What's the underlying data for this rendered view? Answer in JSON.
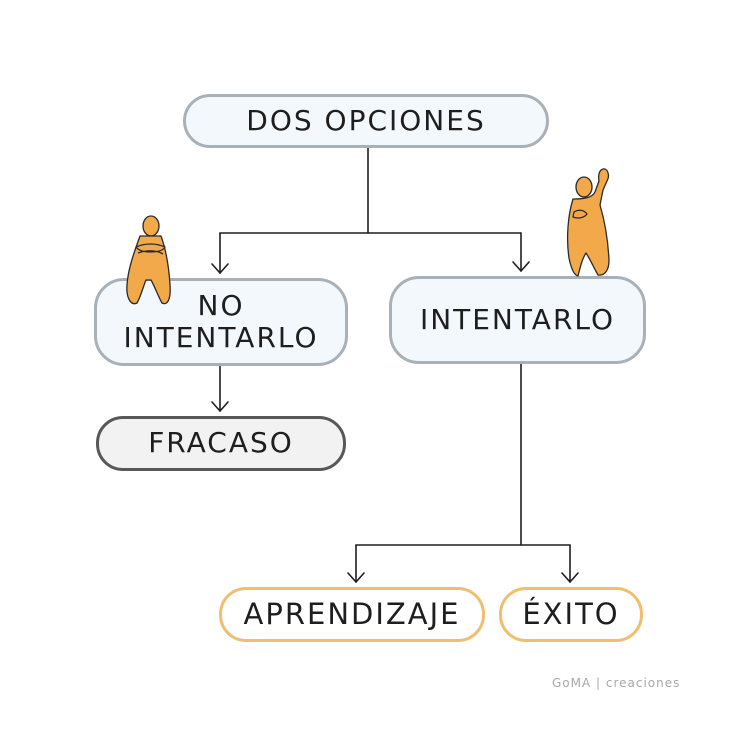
{
  "diagram": {
    "root": {
      "label": "DOS OPCIONES"
    },
    "option_no": {
      "line1": "NO",
      "line2": "INTENTARLO"
    },
    "option_yes": {
      "label": "INTENTARLO"
    },
    "outcome_fail": {
      "label": "FRACASO"
    },
    "outcome_learn": {
      "label": "APRENDIZAJE"
    },
    "outcome_success": {
      "label": "ÉXITO"
    }
  },
  "credit": "GoMA | creaciones",
  "colors": {
    "blue_box_fill": "#f3f8fc",
    "blue_box_border": "#a9b1b8",
    "grey_box_fill": "#f2f2f2",
    "grey_box_border": "#585858",
    "orange_box_border": "#f0be6e",
    "figure_fill": "#f2a94a",
    "line": "#1e1e1e"
  },
  "icons": {
    "sitting_figure": "arms-crossed-person-icon",
    "cheering_figure": "raised-fist-person-icon"
  }
}
